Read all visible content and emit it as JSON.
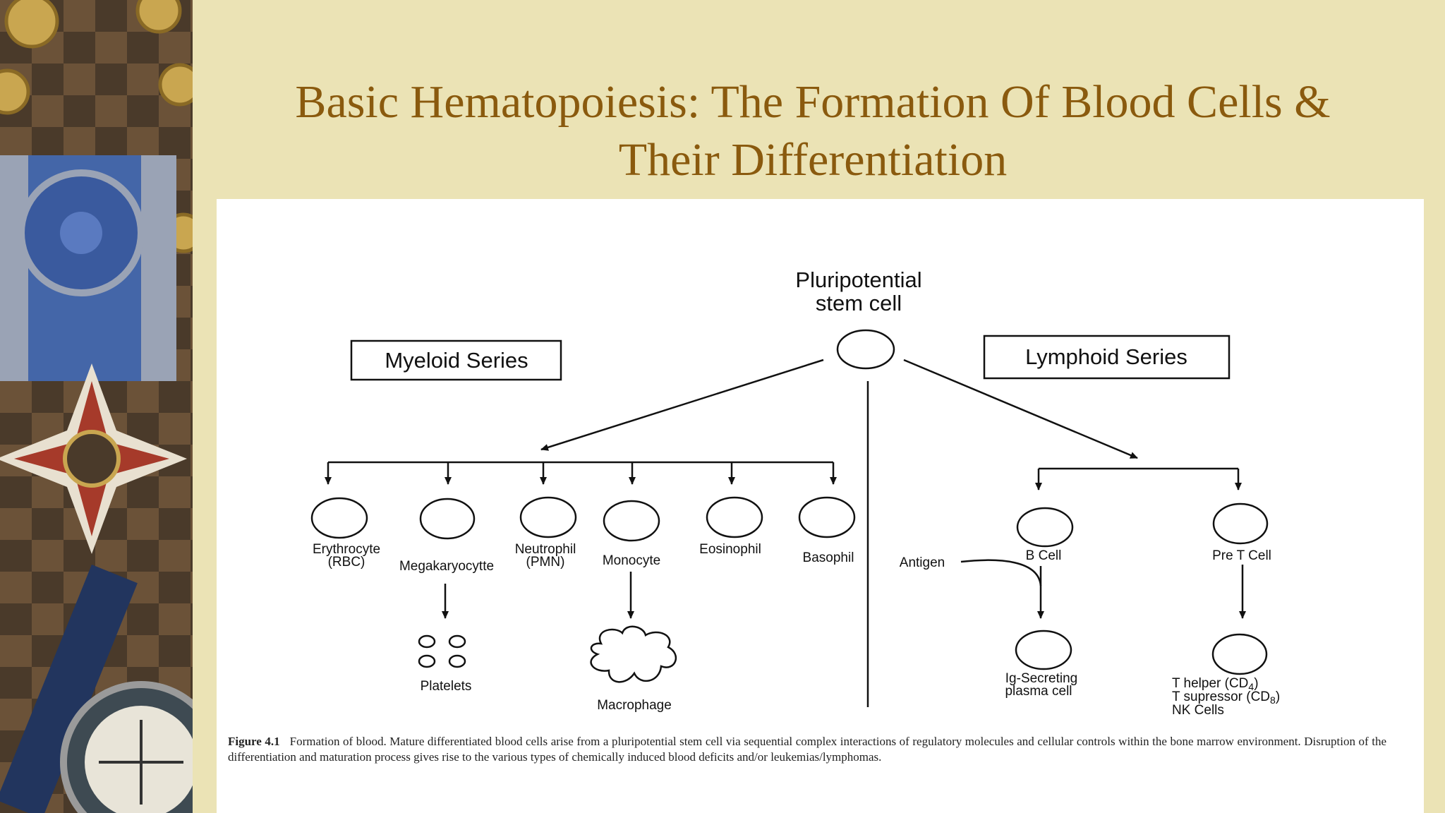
{
  "slide": {
    "title_line1": "Basic Hematopoiesis: The Formation Of Blood Cells &",
    "title_line2": "Their Differentiation"
  },
  "diagram": {
    "root": {
      "line1": "Pluripotential",
      "line2": "stem cell"
    },
    "myeloid_label": "Myeloid Series",
    "lymphoid_label": "Lymphoid Series",
    "myeloid_cells": {
      "erythrocyte": {
        "line1": "Erythrocyte",
        "line2": "(RBC)"
      },
      "megakaryocyte": "Megakaryocytte",
      "neutrophil": {
        "line1": "Neutrophil",
        "line2": "(PMN)"
      },
      "monocyte": "Monocyte",
      "eosinophil": "Eosinophil",
      "basophil": "Basophil"
    },
    "myeloid_products": {
      "platelets": "Platelets",
      "macrophage": "Macrophage"
    },
    "lymphoid_cells": {
      "b_cell": "B Cell",
      "pre_t_cell": "Pre T Cell",
      "antigen": "Antigen",
      "plasma_cell": {
        "line1": "Ig-Secreting",
        "line2": "plasma cell"
      },
      "t_cells": {
        "line1": "T helper (CD",
        "line1_sub": "4",
        "line1_end": ")",
        "line2": "T supressor (CD",
        "line2_sub": "8",
        "line2_end": ")",
        "line3": "NK Cells"
      }
    }
  },
  "caption": {
    "label": "Figure 4.1",
    "text": "Formation of blood. Mature differentiated blood cells arise from a pluripotential stem cell via sequential complex interactions of regulatory molecules and cellular controls within the bone marrow environment. Disruption of the differentiation and maturation process gives rise to the various types of chemically induced blood deficits and/or leukemias/lymphomas."
  },
  "colors": {
    "background": "#ebe3b5",
    "title": "#8a5a0e",
    "panel": "#ffffff"
  }
}
